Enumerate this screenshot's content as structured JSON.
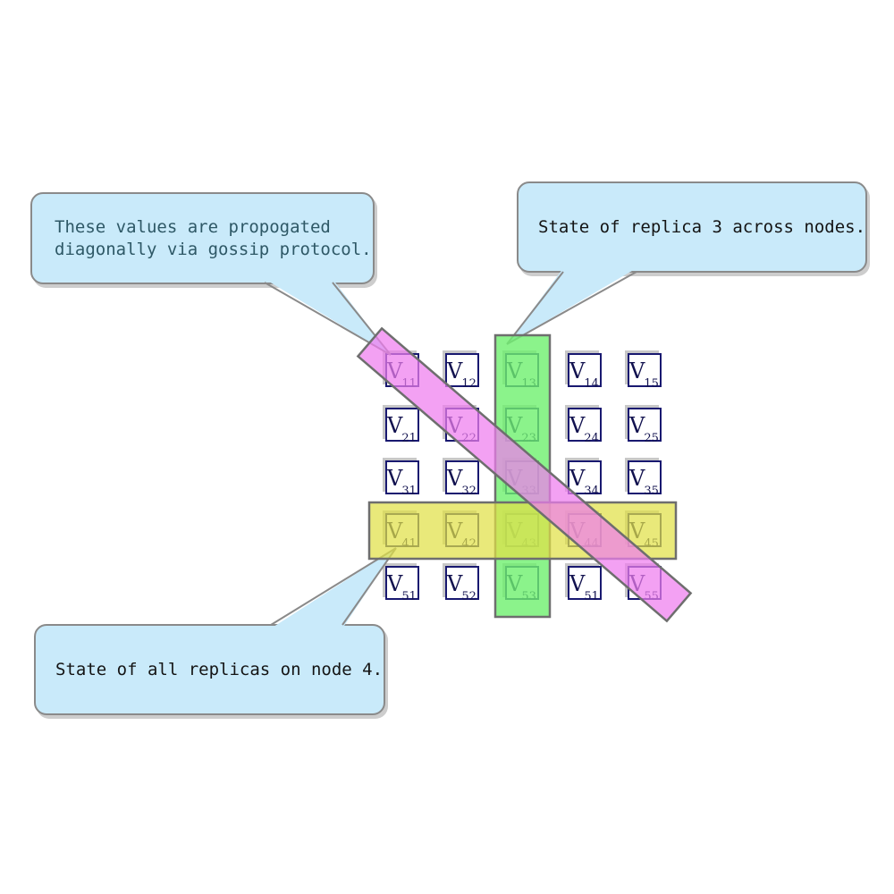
{
  "matrix": {
    "symbol": "V",
    "rows": 5,
    "cols": 5,
    "cells": [
      [
        "11",
        "12",
        "13",
        "14",
        "15"
      ],
      [
        "21",
        "22",
        "23",
        "24",
        "25"
      ],
      [
        "31",
        "32",
        "33",
        "34",
        "35"
      ],
      [
        "41",
        "42",
        "43",
        "44",
        "45"
      ],
      [
        "51",
        "52",
        "53",
        "51",
        "55"
      ]
    ],
    "cell_border_color": "#191970"
  },
  "callouts": [
    {
      "id": "gossip",
      "lines": [
        "These values are propogated",
        "diagonally via gossip protocol."
      ],
      "text_color": "#2e5866"
    },
    {
      "id": "replica",
      "lines": [
        "State of replica 3 across nodes."
      ],
      "text_color": "#141414"
    },
    {
      "id": "node",
      "lines": [
        "State of all replicas on node 4."
      ],
      "text_color": "#141414"
    }
  ],
  "callout_fill": "#c9eafa",
  "callout_border": "#8a8a8a",
  "highlights": {
    "replica_column": {
      "meaning": "replica 3 across nodes",
      "fill": "rgba(110,240,110,0.8)"
    },
    "node_row": {
      "meaning": "all replicas on node 4",
      "fill": "rgba(224,224,70,0.72)"
    },
    "gossip_diagonal": {
      "meaning": "diagonal gossip propagation",
      "fill": "rgba(238,125,238,0.72)"
    }
  },
  "band_stroke_color": "#6e6e6e"
}
